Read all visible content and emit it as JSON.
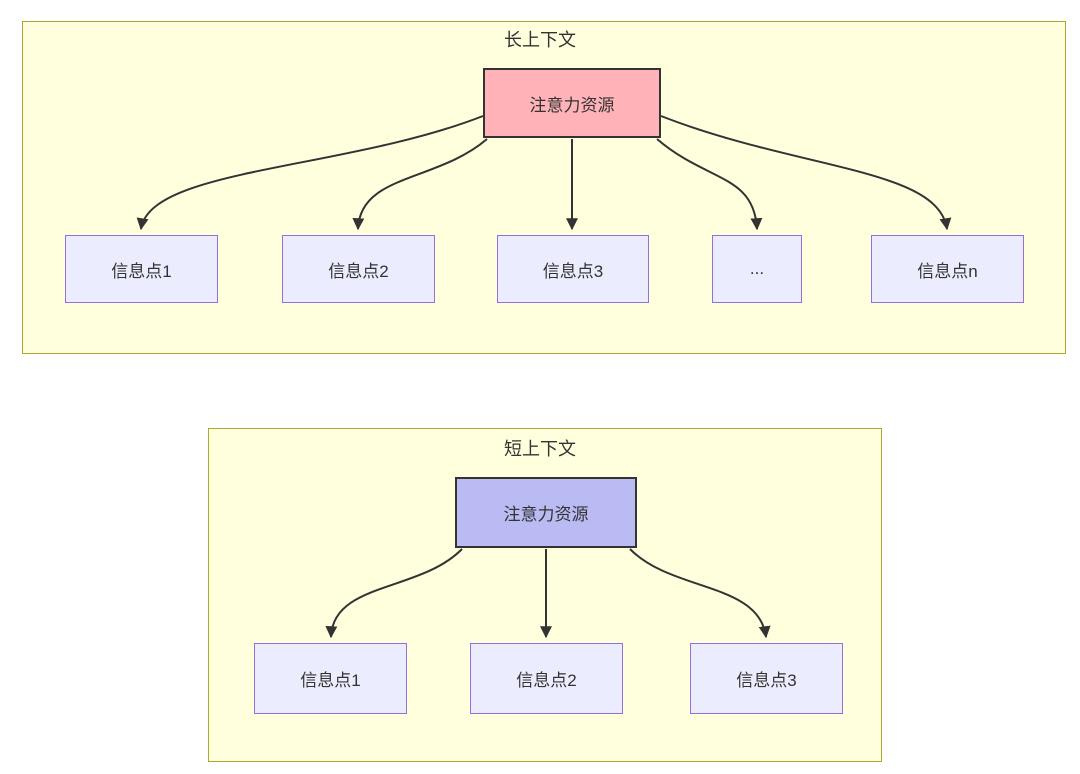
{
  "colors": {
    "cluster_fill": "#ffffde",
    "cluster_border": "#aaaa33",
    "node_fill": "#ececff",
    "node_border": "#9370db",
    "hub_long_fill": "#ffb3b9",
    "hub_short_fill": "#bbbbf3",
    "hub_border": "#333333",
    "line": "#333333",
    "text": "#333333"
  },
  "long_context": {
    "title": "长上下文",
    "hub_label": "注意力资源",
    "items": [
      "信息点1",
      "信息点2",
      "信息点3",
      "...",
      "信息点n"
    ]
  },
  "short_context": {
    "title": "短上下文",
    "hub_label": "注意力资源",
    "items": [
      "信息点1",
      "信息点2",
      "信息点3"
    ]
  }
}
